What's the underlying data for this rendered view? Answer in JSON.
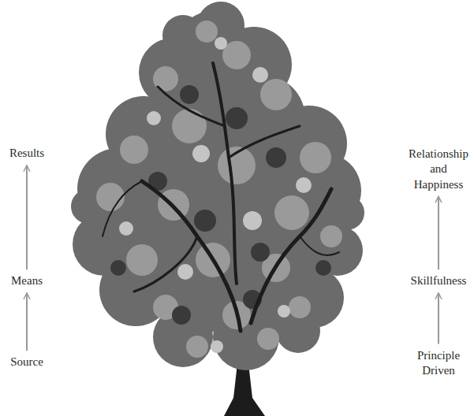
{
  "diagram": {
    "nodes": [
      {
        "text": [
          "Results"
        ]
      },
      {
        "text": [
          "Means"
        ]
      },
      {
        "text": [
          "Source"
        ]
      },
      {
        "text": [
          "Relationship and Happiness"
        ]
      },
      {
        "text": [
          "Skillfulness"
        ]
      },
      {
        "text": [
          "Principle Driven"
        ]
      }
    ],
    "edges": [
      {
        "from": 2,
        "to": 1,
        "arrow": "to"
      },
      {
        "from": 1,
        "to": 0,
        "arrow": "to"
      },
      {
        "from": 5,
        "to": 4,
        "arrow": "to"
      },
      {
        "from": 4,
        "to": 3,
        "arrow": "to"
      }
    ]
  }
}
